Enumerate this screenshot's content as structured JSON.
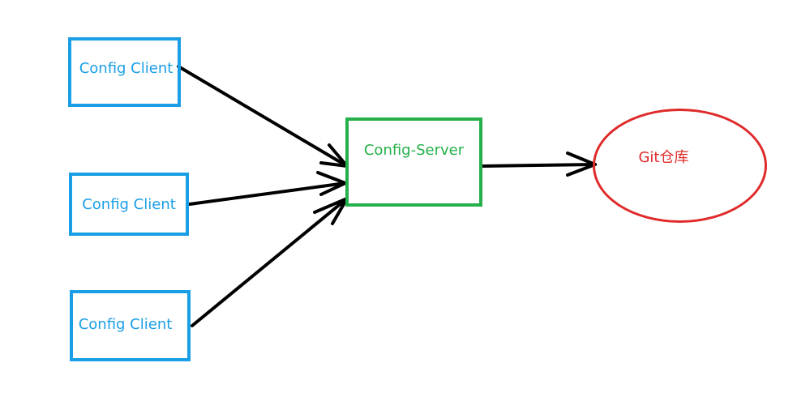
{
  "nodes": {
    "clients": [
      "Config Client",
      "Config Client",
      "Config Client"
    ],
    "server": "Config-Server",
    "repository": "Git仓库"
  },
  "edges": [
    {
      "from": "Config Client",
      "to": "Config-Server"
    },
    {
      "from": "Config Client",
      "to": "Config-Server"
    },
    {
      "from": "Config Client",
      "to": "Config-Server"
    },
    {
      "from": "Config-Server",
      "to": "Git仓库"
    }
  ],
  "colors": {
    "client": "#1a9ee6",
    "server": "#25b04a",
    "repository": "#e02a2a",
    "arrow": "#000000"
  }
}
